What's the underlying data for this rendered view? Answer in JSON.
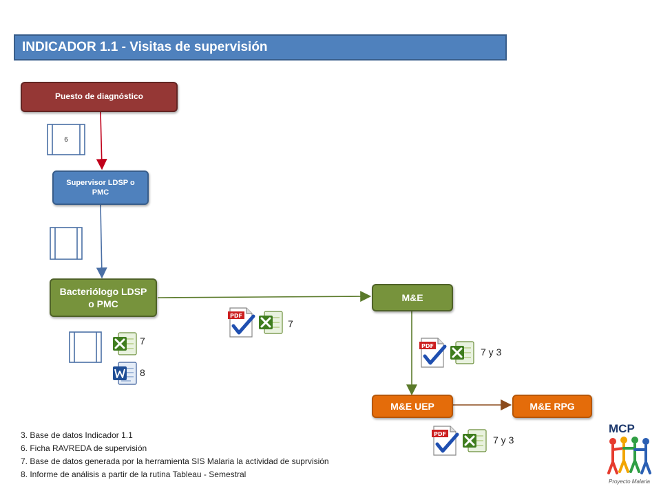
{
  "title": "INDICADOR 1.1 - Visitas de supervisión",
  "nodes": {
    "puesto": "Puesto de diagnóstico",
    "supervisor": "Supervisor LDSP o PMC",
    "bacteriologo": "Bacteriólogo LDSP o PMC",
    "me": "M&E",
    "me_uep": "M&E UEP",
    "me_rpg": "M&E RPG"
  },
  "labels": {
    "doc_6": "6",
    "bact_excel": "7",
    "bact_word": "8",
    "edge_bact_me": "7",
    "edge_me_uep": "7 y 3",
    "uep_bottom": "7 y 3"
  },
  "legend": [
    "3. Base de datos Indicador 1.1",
    "6. Ficha RAVREDA de supervisión",
    "7. Base de datos generada por la herramienta SIS Malaria la actividad de suprvisión",
    "8. Informe de análisis a partir de la rutina Tableau - Semestral"
  ],
  "logo": {
    "text": "MCP",
    "caption": "Proyecto Malaria"
  },
  "colors": {
    "title": "#4f81bd",
    "red_node": "#953735",
    "blue_node": "#4f81bd",
    "green_node": "#77933c",
    "orange_node": "#e46c0a",
    "red_arrow": "#c0001a",
    "blue_arrow": "#4a6fa5",
    "green_arrow": "#5a7a2a",
    "brown_arrow": "#8b4a1c"
  }
}
